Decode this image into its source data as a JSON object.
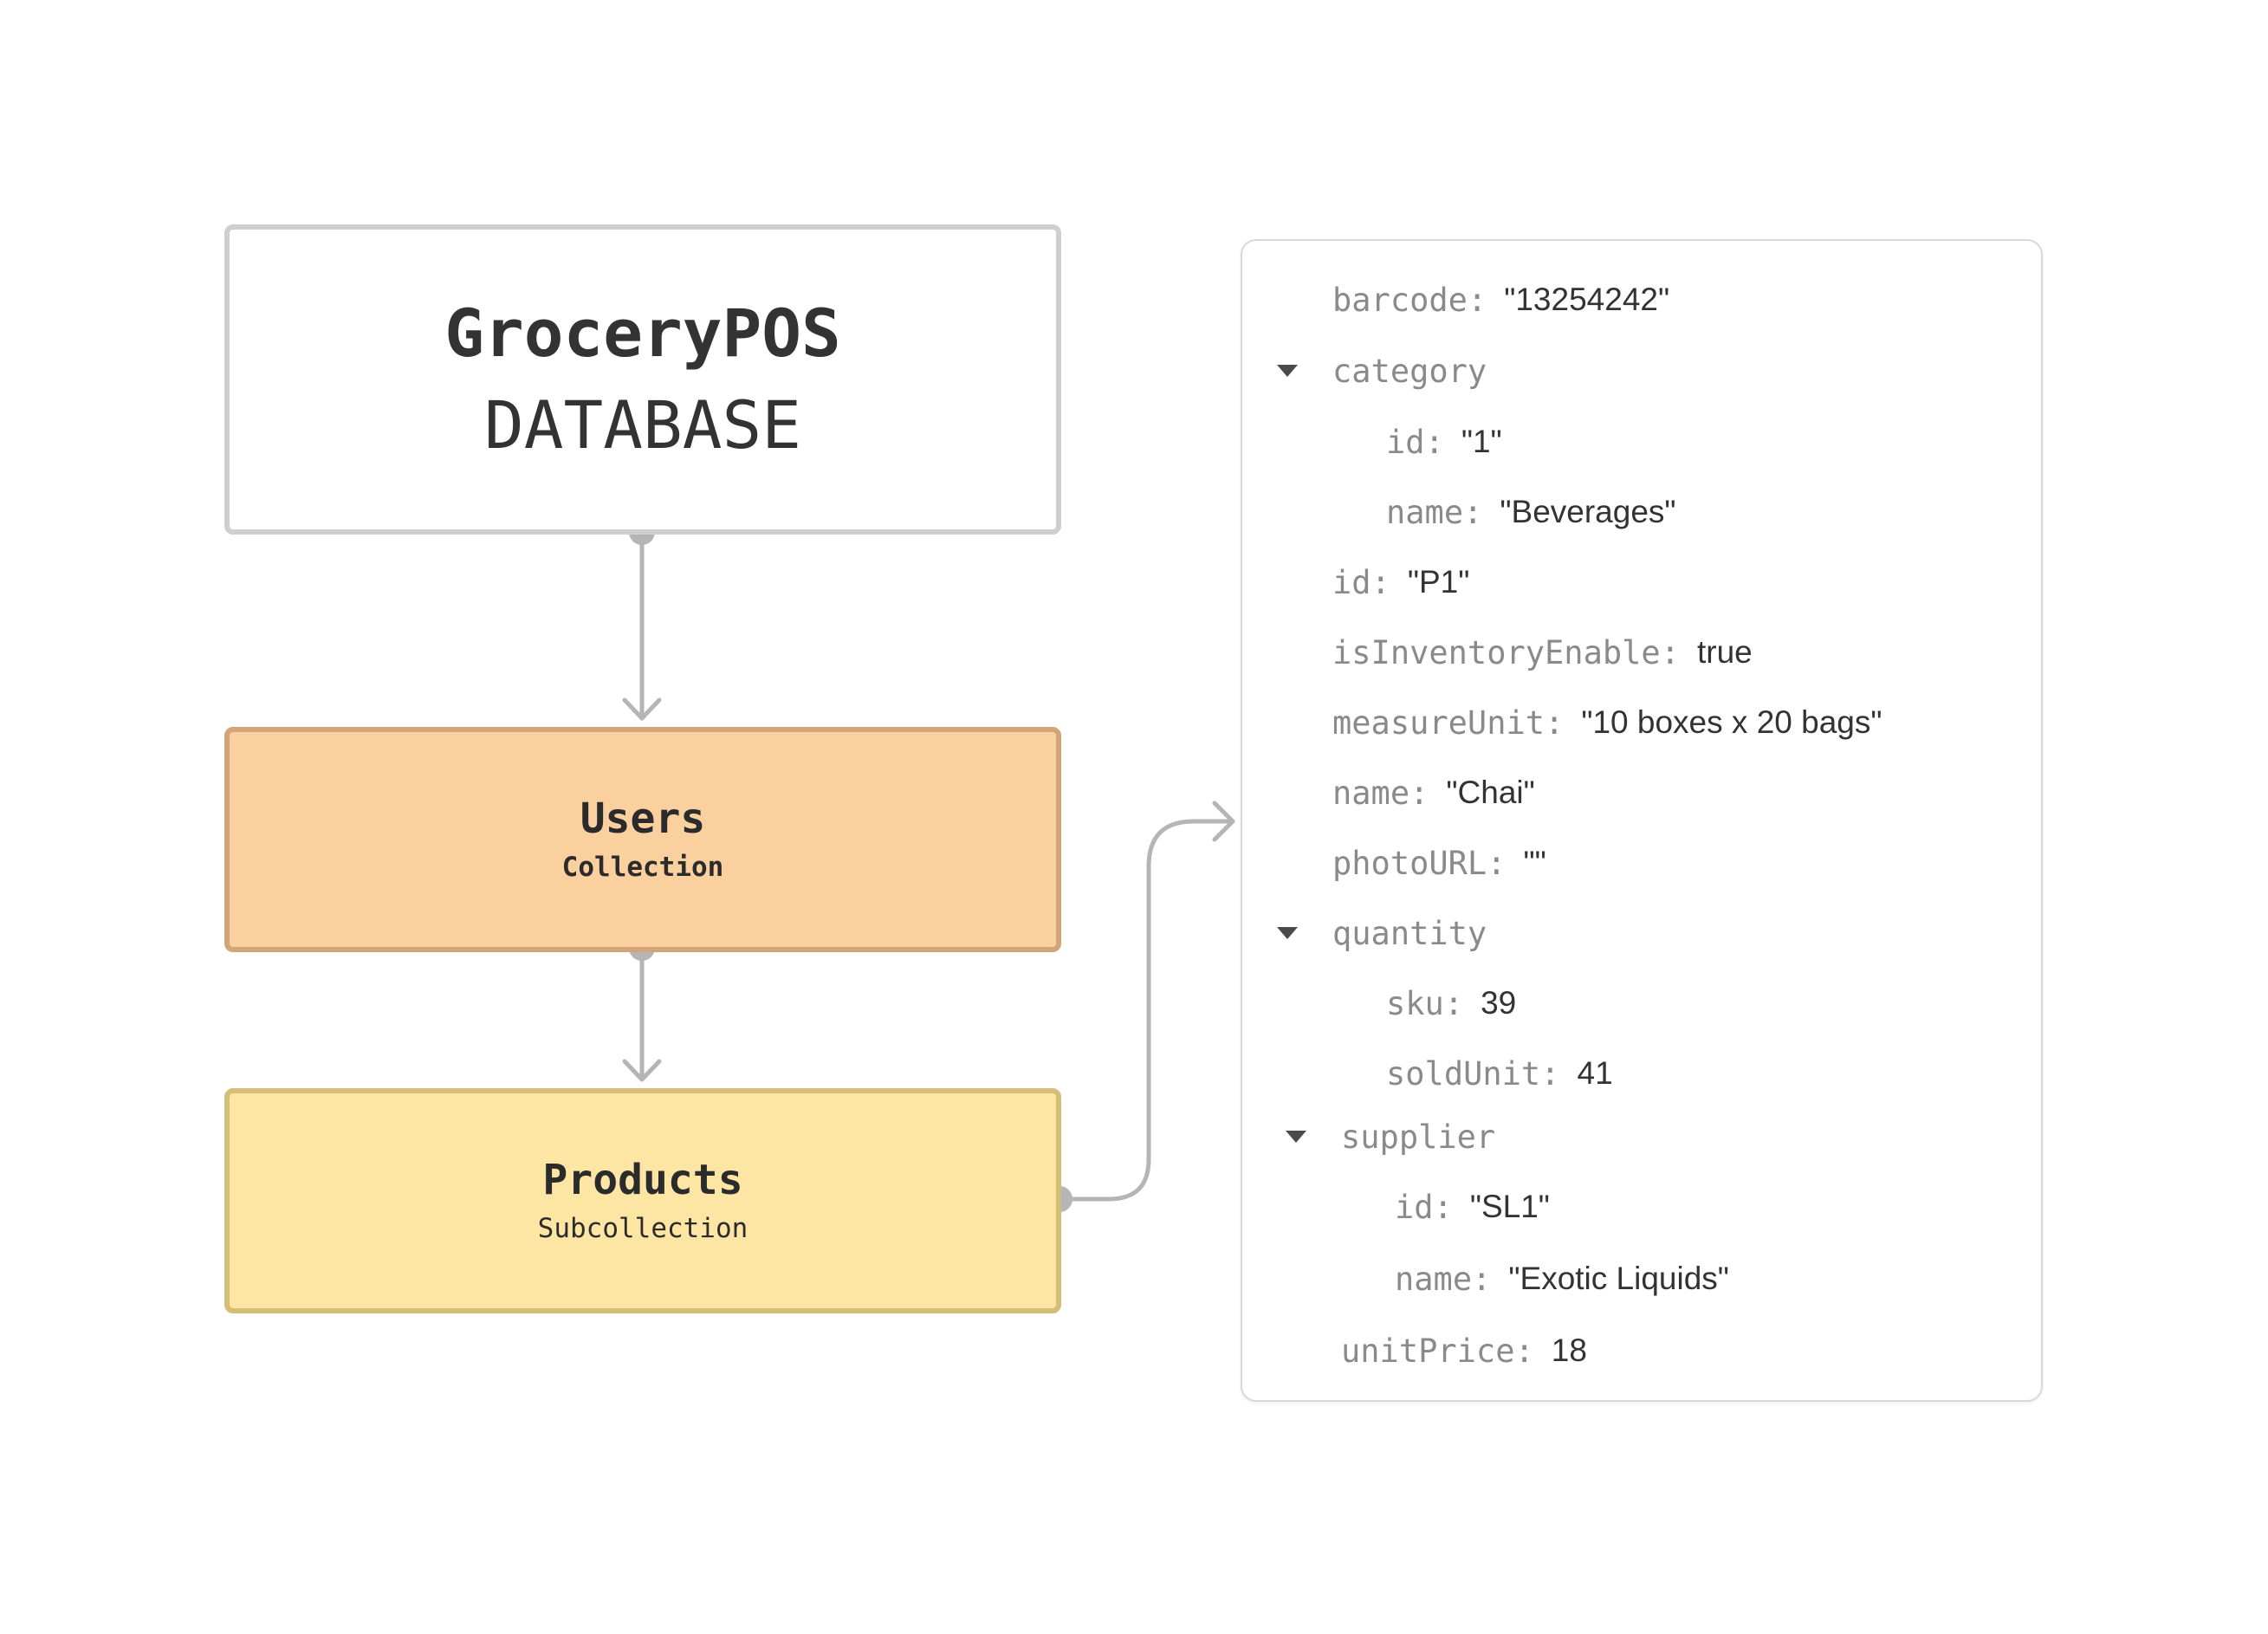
{
  "database": {
    "title": "GroceryPOS",
    "subtitle": "DATABASE"
  },
  "collections": [
    {
      "title": "Users",
      "subtitle": "Collection",
      "color": "#fbd09f"
    },
    {
      "title": "Products",
      "subtitle": "Subcollection",
      "color": "#fde6a3"
    }
  ],
  "document": {
    "fields": [
      {
        "key": "barcode",
        "value": "\"13254242\""
      },
      {
        "key": "category",
        "expandable": true
      },
      {
        "key": "id",
        "value": "\"1\""
      },
      {
        "key": "name",
        "value": "\"Beverages\""
      },
      {
        "key": "id",
        "value": "\"P1\""
      },
      {
        "key": "isInventoryEnable",
        "value": "true"
      },
      {
        "key": "measureUnit",
        "value": "\"10 boxes x 20 bags\""
      },
      {
        "key": "name",
        "value": "\"Chai\""
      },
      {
        "key": "photoURL",
        "value": "\"\""
      },
      {
        "key": "quantity",
        "expandable": true
      },
      {
        "key": "sku",
        "value": "39"
      },
      {
        "key": "soldUnit",
        "value": "41"
      },
      {
        "key": "supplier",
        "expandable": true
      },
      {
        "key": "id",
        "value": "\"SL1\""
      },
      {
        "key": "name",
        "value": "\"Exotic Liquids\""
      },
      {
        "key": "unitPrice",
        "value": "18"
      }
    ],
    "separator": ":"
  },
  "colors": {
    "connector": "#b5b5b5",
    "db_border": "#cfcfcf",
    "users_border": "#d1a578",
    "products_border": "#d3bf78"
  }
}
